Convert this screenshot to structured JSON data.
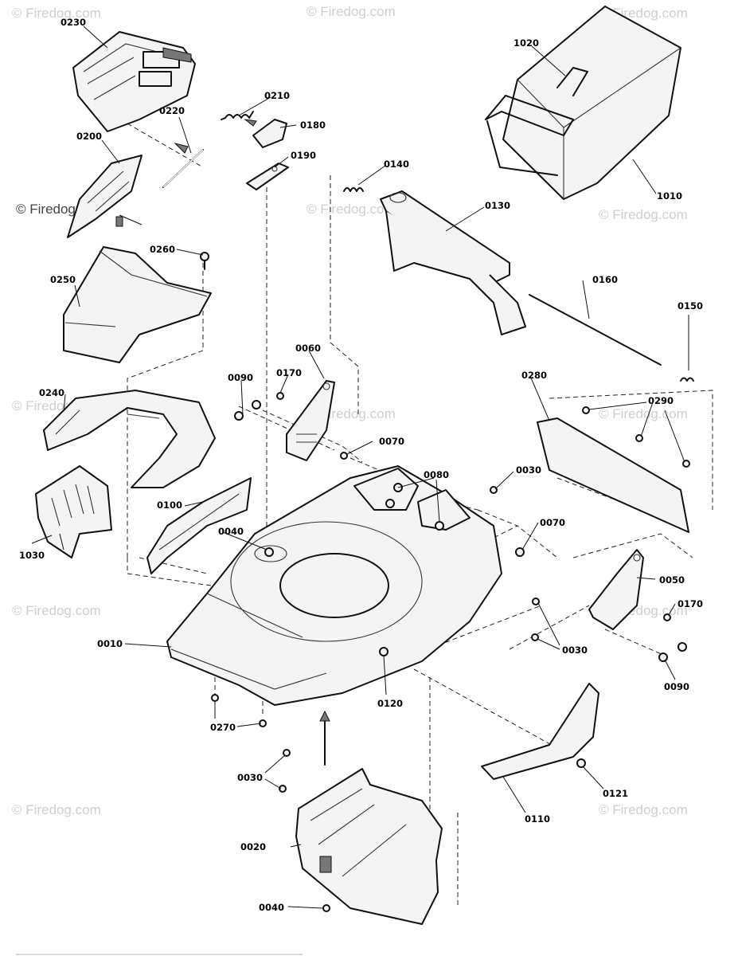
{
  "watermark": {
    "brand": "© Firedog.com",
    "inline": "© Firedog.com"
  },
  "parts": {
    "p0010": "0010",
    "p0020": "0020",
    "p0030a": "0030",
    "p0030b": "0030",
    "p0030c": "0030",
    "p0040a": "0040",
    "p0040b": "0040",
    "p0050": "0050",
    "p0060": "0060",
    "p0070a": "0070",
    "p0070b": "0070",
    "p0080": "0080",
    "p0090a": "0090",
    "p0090b": "0090",
    "p0100": "0100",
    "p0110": "0110",
    "p0120": "0120",
    "p0121": "0121",
    "p0130": "0130",
    "p0140": "0140",
    "p0150": "0150",
    "p0160": "0160",
    "p0170a": "0170",
    "p0170b": "0170",
    "p0180": "0180",
    "p0190": "0190",
    "p0200": "0200",
    "p0210": "0210",
    "p0220": "0220",
    "p0230": "0230",
    "p0240": "0240",
    "p0250": "0250",
    "p0260": "0260",
    "p0270": "0270",
    "p0280": "0280",
    "p0290": "0290",
    "p1010": "1010",
    "p1020": "1020",
    "p1030": "1030"
  }
}
